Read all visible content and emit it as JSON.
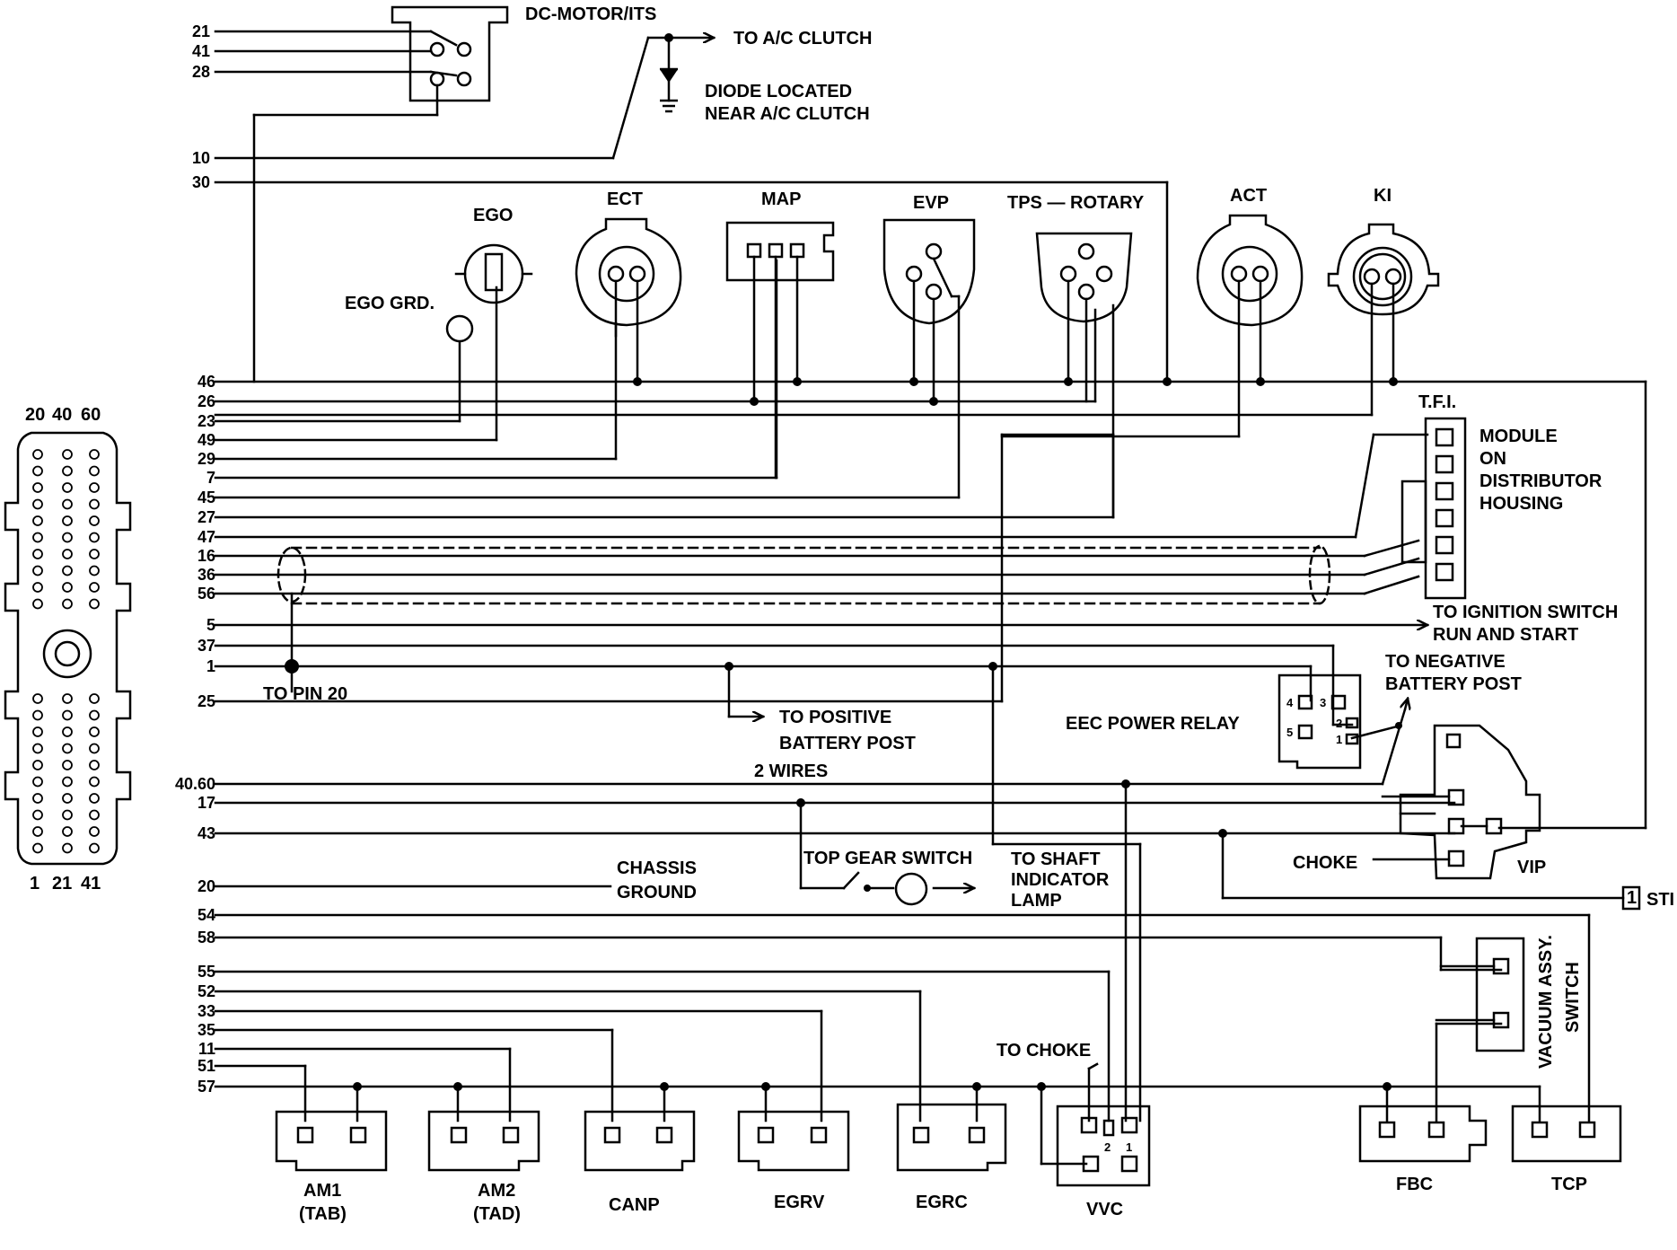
{
  "ecu_connector": {
    "top_pins": [
      "20",
      "40",
      "60"
    ],
    "bottom_pins": [
      "1",
      "21",
      "41"
    ]
  },
  "wire_pins": {
    "p21": "21",
    "p41": "41",
    "p28": "28",
    "p10": "10",
    "p30": "30",
    "p46": "46",
    "p26": "26",
    "p23": "23",
    "p49": "49",
    "p29": "29",
    "p7": "7",
    "p45": "45",
    "p27": "27",
    "p47": "47",
    "p16": "16",
    "p36": "36",
    "p56": "56",
    "p5": "5",
    "p37": "37",
    "p1": "1",
    "p25": "25",
    "p4060": "40.60",
    "p17": "17",
    "p43": "43",
    "p20": "20",
    "p54": "54",
    "p58": "58",
    "p55": "55",
    "p52": "52",
    "p33": "33",
    "p35": "35",
    "p11": "11",
    "p51": "51",
    "p57": "57"
  },
  "labels": {
    "dc_motor": "DC-MOTOR/ITS",
    "to_ac_clutch": "TO A/C CLUTCH",
    "diode_1": "DIODE LOCATED",
    "diode_2": "NEAR A/C CLUTCH",
    "ego": "EGO",
    "ego_grd": "EGO GRD.",
    "ect": "ECT",
    "map": "MAP",
    "evp": "EVP",
    "tps": "TPS — ROTARY",
    "act": "ACT",
    "ki": "KI",
    "tfi": "T.F.I.",
    "module_1": "MODULE",
    "module_2": "ON",
    "module_3": "DISTRIBUTOR",
    "module_4": "HOUSING",
    "to_ign_1": "TO IGNITION SWITCH",
    "to_ign_2": "RUN AND START",
    "to_neg_1": "TO NEGATIVE",
    "to_neg_2": "BATTERY POST",
    "eec_power_relay": "EEC POWER RELAY",
    "to_pin_20": "TO PIN 20",
    "to_pos_1": "TO POSITIVE",
    "to_pos_2": "BATTERY POST",
    "two_wires": "2 WIRES",
    "choke": "CHOKE",
    "vip": "VIP",
    "chassis_1": "CHASSIS",
    "chassis_2": "GROUND",
    "top_gear": "TOP GEAR SWITCH",
    "to_shaft_1": "TO SHAFT",
    "to_shaft_2": "INDICATOR",
    "to_shaft_3": "LAMP",
    "sti": "STI",
    "sti_pin": "1",
    "vacuum_1": "VACUUM ASSY.",
    "vacuum_2": "SWITCH",
    "to_choke": "TO CHOKE",
    "am1": "AM1",
    "am1_sub": "(TAB)",
    "am2": "AM2",
    "am2_sub": "(TAD)",
    "canp": "CANP",
    "egrv": "EGRV",
    "egrc": "EGRC",
    "vvc": "VVC",
    "fbc": "FBC",
    "tcp": "TCP"
  },
  "relay_pins": [
    "4",
    "3",
    "5",
    "2",
    "1"
  ],
  "vvc_pins": [
    "2",
    "1"
  ]
}
